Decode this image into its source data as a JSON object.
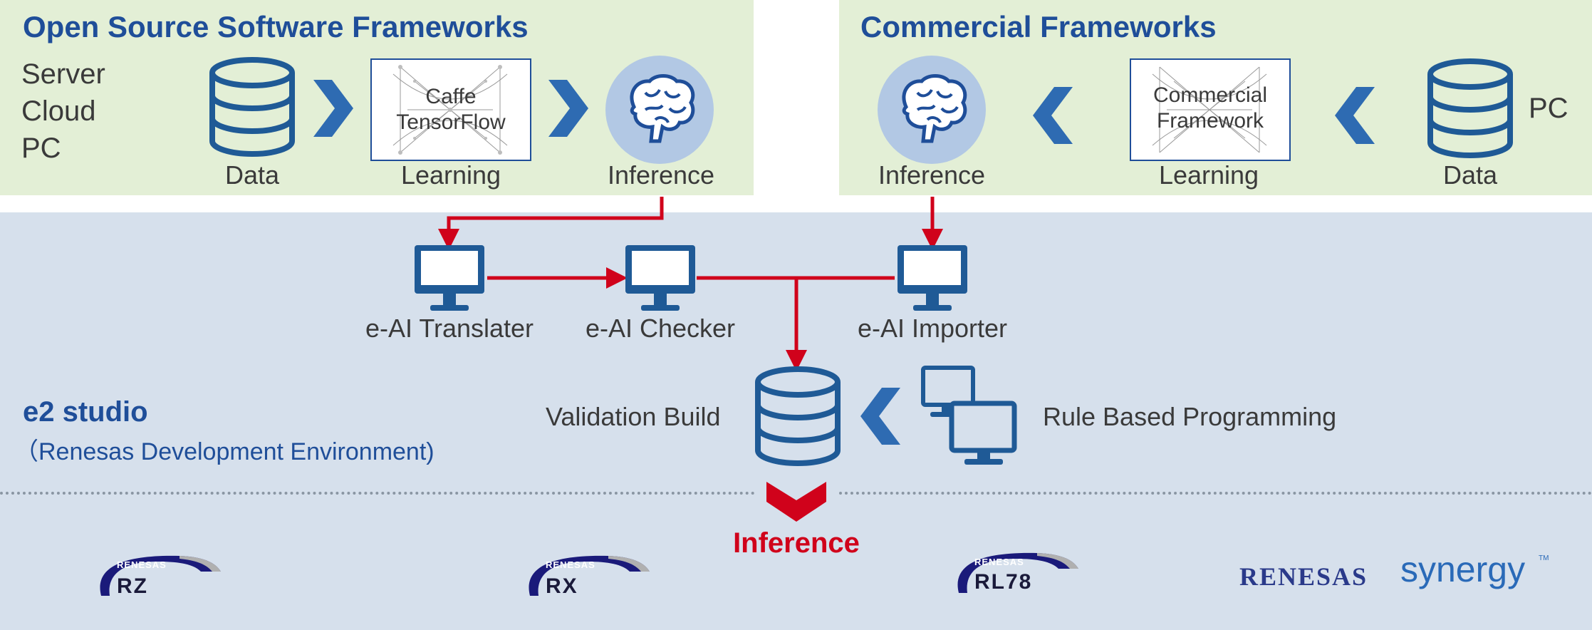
{
  "open_source": {
    "title": "Open Source Software Frameworks",
    "targets": [
      "Server",
      "Cloud",
      "PC"
    ],
    "labels": {
      "data": "Data",
      "learning": "Learning",
      "inference": "Inference"
    },
    "frameworks": [
      "Caffe",
      "TensorFlow"
    ]
  },
  "commercial": {
    "title": "Commercial Frameworks",
    "target": "PC",
    "labels": {
      "data": "Data",
      "learning": "Learning",
      "inference": "Inference"
    },
    "frameworks": [
      "Commercial",
      "Framework"
    ]
  },
  "tools": {
    "translater": "e-AI Translater",
    "checker": "e-AI Checker",
    "importer": "e-AI Importer"
  },
  "e2studio": {
    "title": "e2 studio",
    "subtitle": "（Renesas Development Environment)",
    "validation_build": "Validation Build",
    "rule_based": "Rule Based Programming",
    "inference": "Inference"
  },
  "products": {
    "brand": "RENESAS",
    "rz": "RZ",
    "rx": "RX",
    "rl78": "RL78",
    "synergy_brand": "RENESAS",
    "synergy": "synergy",
    "tm": "TM"
  },
  "colors": {
    "green_panel": "#e3efd6",
    "blue_panel": "#d6e0ec",
    "icon_blue": "#1f5a96",
    "arrow_red": "#d0021b",
    "title_blue": "#1f4e99"
  }
}
